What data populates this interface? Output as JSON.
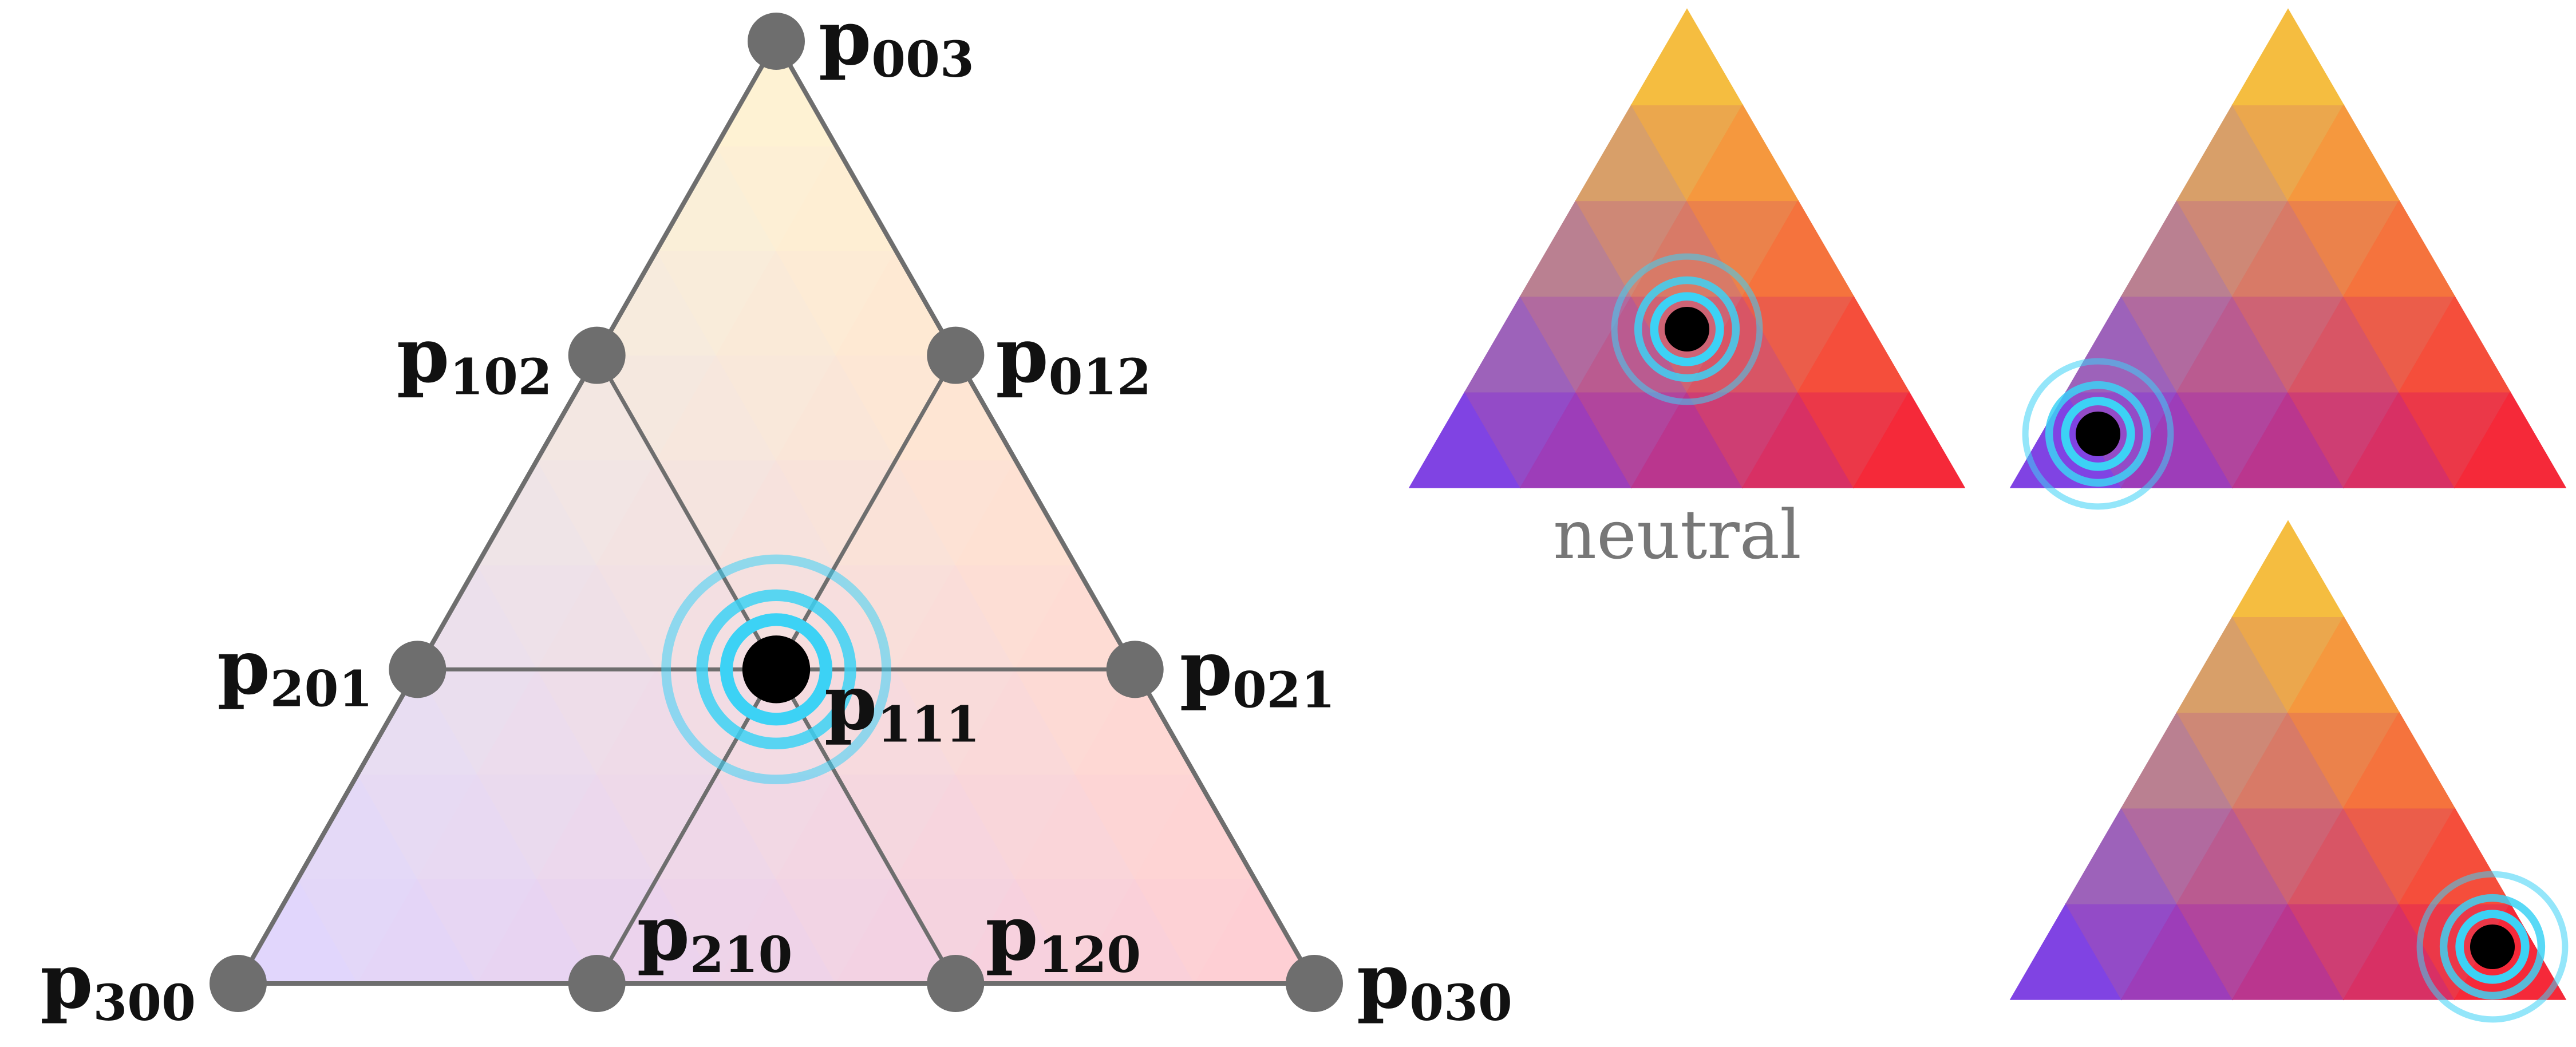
{
  "main_triangle": {
    "control_points": [
      {
        "id": "p300",
        "base": "p",
        "index": "300"
      },
      {
        "id": "p210",
        "base": "p",
        "index": "210"
      },
      {
        "id": "p120",
        "base": "p",
        "index": "120"
      },
      {
        "id": "p030",
        "base": "p",
        "index": "030"
      },
      {
        "id": "p201",
        "base": "p",
        "index": "201"
      },
      {
        "id": "p111",
        "base": "p",
        "index": "111"
      },
      {
        "id": "p021",
        "base": "p",
        "index": "021"
      },
      {
        "id": "p102",
        "base": "p",
        "index": "102"
      },
      {
        "id": "p012",
        "base": "p",
        "index": "012"
      },
      {
        "id": "p003",
        "base": "p",
        "index": "003"
      }
    ],
    "tint_colors": {
      "left": "#6a40ff",
      "right": "#ff1f33",
      "top": "#ffd030"
    },
    "edge_color": "#6e6e6e",
    "point_color": "#6e6e6e",
    "highlighted_point": "p111"
  },
  "thumbnails": [
    {
      "id": "neutral",
      "caption": "neutral"
    },
    {
      "id": "left-weighted",
      "caption": ""
    },
    {
      "id": "right-weighted",
      "caption": ""
    }
  ],
  "thumbnail_colors": {
    "left": "#6633ff",
    "right": "#ff1122",
    "top": "#ffd22a"
  },
  "marker": {
    "ring_color": "#3cd2f5",
    "center_color": "#000000",
    "icon": "concentric-rings-target-icon"
  }
}
